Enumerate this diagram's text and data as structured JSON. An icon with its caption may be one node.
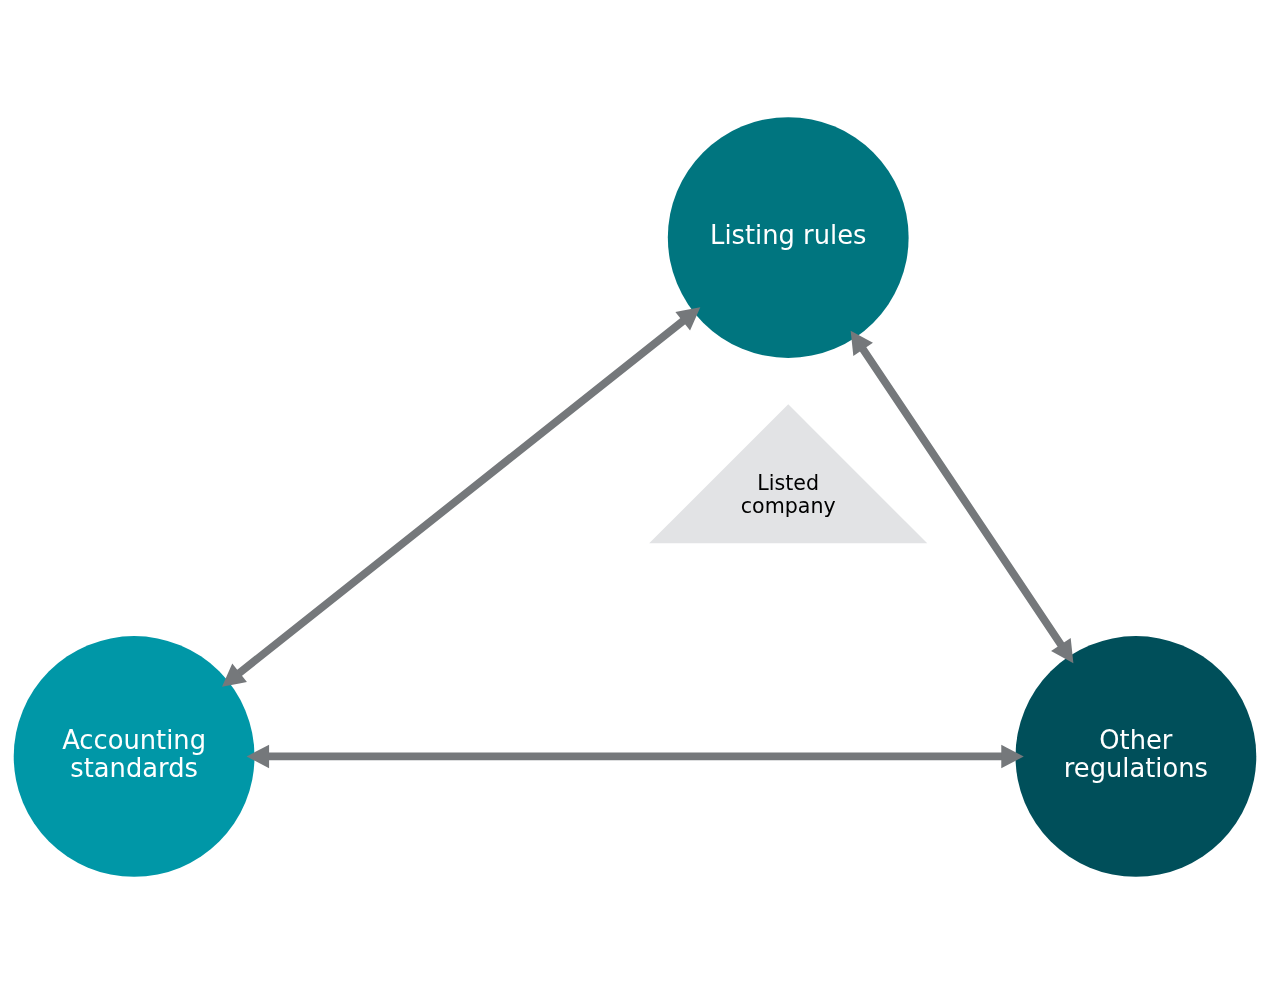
{
  "diagram": {
    "nodes": [
      {
        "text": [
          "Listing rules"
        ]
      },
      {
        "text": [
          "Listed company"
        ]
      },
      {
        "text": [
          "Accounting standards"
        ]
      },
      {
        "text": [
          "Other regulations"
        ]
      }
    ],
    "edges": [
      {
        "from": 0,
        "to": 2,
        "arrow": "both"
      },
      {
        "from": 0,
        "to": 3,
        "arrow": "both"
      },
      {
        "from": 2,
        "to": 3,
        "arrow": "both"
      }
    ]
  }
}
